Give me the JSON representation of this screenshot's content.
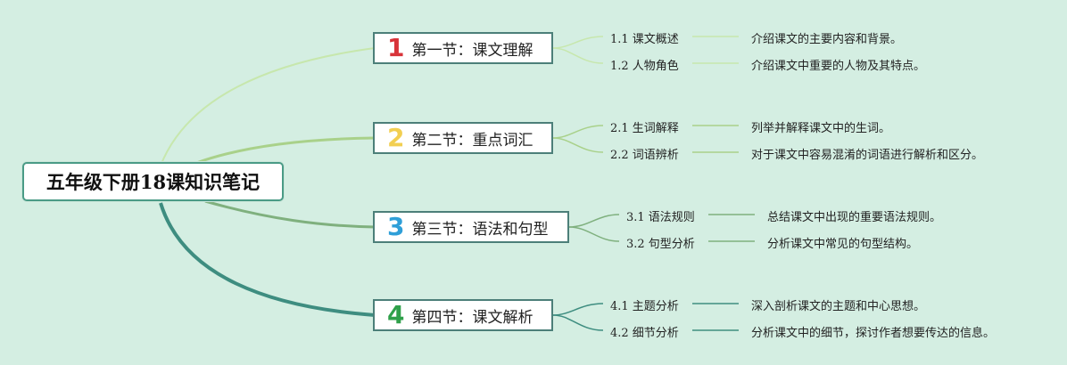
{
  "root": {
    "title": "五年级下册18课知识笔记"
  },
  "sections": [
    {
      "number": "1",
      "number_color": "#d8343a",
      "title": "第一节：课文理解",
      "branch_color": "#bfe3a4",
      "items": [
        {
          "label": "1.1 课文概述",
          "desc": "介绍课文的主要内容和背景。"
        },
        {
          "label": "1.2 人物角色",
          "desc": "介绍课文中重要的人物及其特点。"
        }
      ]
    },
    {
      "number": "2",
      "number_color": "#f2cf52",
      "title": "第二节：重点词汇",
      "branch_color": "#a8d188",
      "items": [
        {
          "label": "2.1 生词解释",
          "desc": "列举并解释课文中的生词。"
        },
        {
          "label": "2.2 词语辨析",
          "desc": "对于课文中容易混淆的词语进行解析和区分。"
        }
      ]
    },
    {
      "number": "3",
      "number_color": "#2f9fd8",
      "title": "第三节：语法和句型",
      "branch_color": "#7fb07e",
      "items": [
        {
          "label": "3.1 语法规则",
          "desc": "总结课文中出现的重要语法规则。"
        },
        {
          "label": "3.2 句型分析",
          "desc": "分析课文中常见的句型结构。"
        }
      ]
    },
    {
      "number": "4",
      "number_color": "#2fa04a",
      "title": "第四节：课文解析",
      "branch_color": "#3e8d80",
      "items": [
        {
          "label": "4.1 主题分析",
          "desc": "深入剖析课文的主题和中心思想。"
        },
        {
          "label": "4.2 细节分析",
          "desc": "分析课文中的细节，探讨作者想要传达的信息。"
        }
      ]
    }
  ]
}
